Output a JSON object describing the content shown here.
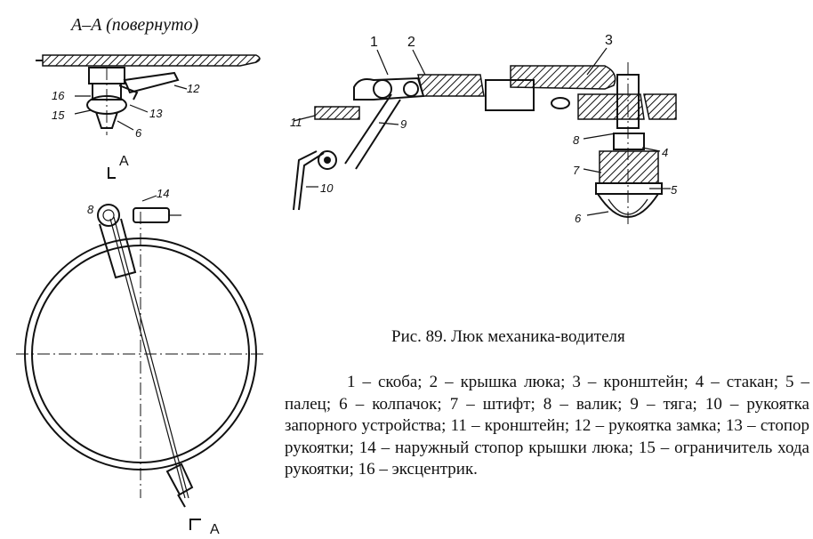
{
  "section_label": "A–A  (повернуто)",
  "cut_marks": {
    "top": "A",
    "bottom": "A"
  },
  "caption": "Рис. 89. Люк механика-водителя",
  "legend": "1 – скоба; 2 – крышка люка; 3 – кронштейн; 4 – стакан; 5 – палец; 6 – колпачок; 7 – штифт; 8 – валик; 9 – тяга; 10 – рукоятка запорного устройства; 11 – кронштейн; 12 – рукоятка замка; 13 – стопор рукоятки; 14 – наружный стопор крышки люка; 15 – ограничитель хода рукоятки; 16 – эксцентрик.",
  "callouts": {
    "section_view": [
      "16",
      "15",
      "6",
      "13",
      "12"
    ],
    "plan_view": [
      "8",
      "14"
    ],
    "left_detail": [
      "1",
      "2",
      "11",
      "9",
      "10"
    ],
    "right_detail": [
      "3",
      "8",
      "4",
      "7",
      "5",
      "6"
    ]
  }
}
